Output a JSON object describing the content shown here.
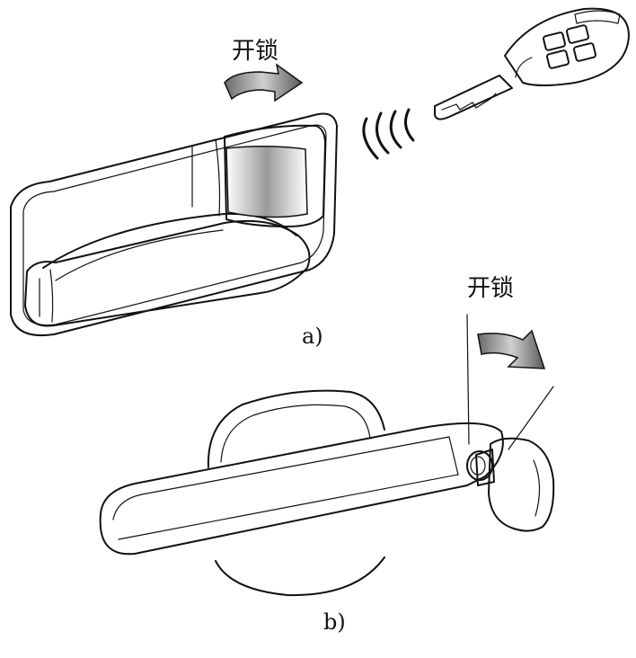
{
  "figure_a": {
    "unlock_label": "开锁",
    "caption": "a)"
  },
  "figure_b": {
    "unlock_label": "开锁",
    "caption": "b)"
  }
}
